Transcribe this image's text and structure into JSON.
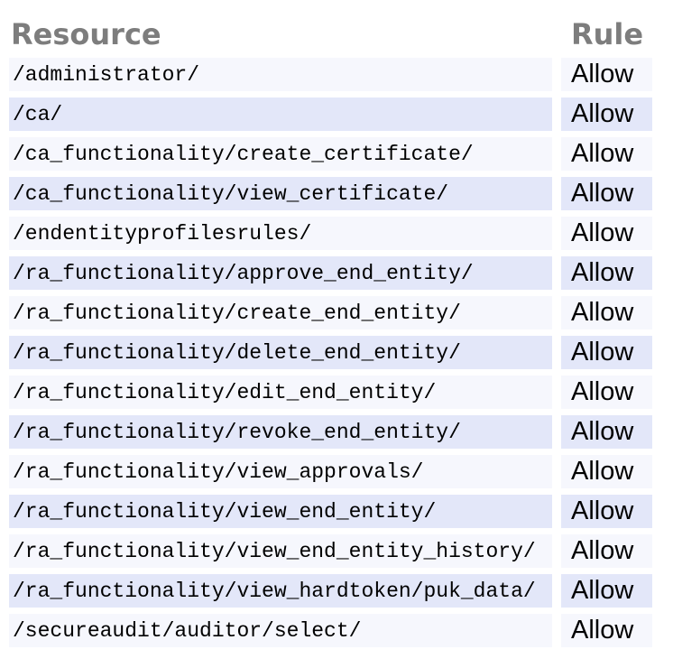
{
  "table": {
    "headers": {
      "resource": "Resource",
      "rule": "Rule"
    },
    "rows": [
      {
        "resource": "/administrator/",
        "rule": "Allow"
      },
      {
        "resource": "/ca/",
        "rule": "Allow"
      },
      {
        "resource": "/ca_functionality/create_certificate/",
        "rule": "Allow"
      },
      {
        "resource": "/ca_functionality/view_certificate/",
        "rule": "Allow"
      },
      {
        "resource": "/endentityprofilesrules/",
        "rule": "Allow"
      },
      {
        "resource": "/ra_functionality/approve_end_entity/",
        "rule": "Allow"
      },
      {
        "resource": "/ra_functionality/create_end_entity/",
        "rule": "Allow"
      },
      {
        "resource": "/ra_functionality/delete_end_entity/",
        "rule": "Allow"
      },
      {
        "resource": "/ra_functionality/edit_end_entity/",
        "rule": "Allow"
      },
      {
        "resource": "/ra_functionality/revoke_end_entity/",
        "rule": "Allow"
      },
      {
        "resource": "/ra_functionality/view_approvals/",
        "rule": "Allow"
      },
      {
        "resource": "/ra_functionality/view_end_entity/",
        "rule": "Allow"
      },
      {
        "resource": "/ra_functionality/view_end_entity_history/",
        "rule": "Allow"
      },
      {
        "resource": "/ra_functionality/view_hardtoken/puk_data/",
        "rule": "Allow"
      },
      {
        "resource": "/secureaudit/auditor/select/",
        "rule": "Allow"
      }
    ]
  },
  "colors": {
    "page_background": "#ffffff",
    "row_odd_background": "#f6f7fd",
    "row_even_background": "#e3e7f9",
    "header_text": "#7d7d7d",
    "cell_text": "#000000"
  }
}
